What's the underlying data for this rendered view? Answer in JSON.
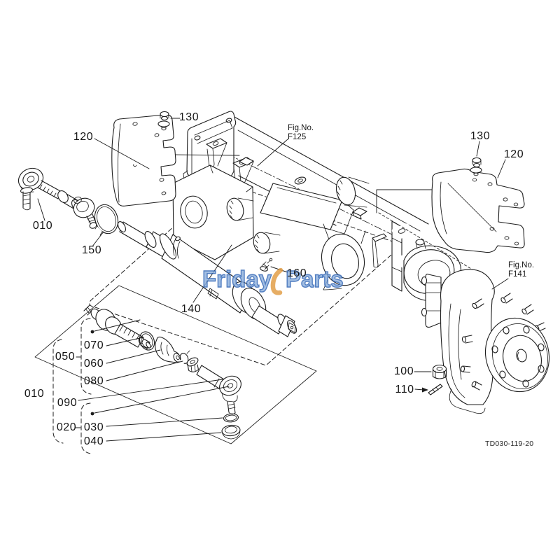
{
  "watermark": {
    "left": "Friday",
    "right": "Parts"
  },
  "drawing_number": "TD030-119-20",
  "figures": {
    "f125": {
      "caption": "Fig.No.",
      "number": "F125"
    },
    "f141": {
      "caption": "Fig.No.",
      "number": "F141"
    }
  },
  "callouts": {
    "tie_rod_top": "010",
    "snap_ring": "150",
    "shield_left": "120",
    "bolt_left": "130",
    "cylinder": "140",
    "grease_fitting": "160",
    "bolt_right": "130",
    "shield_right": "120",
    "nut": "100",
    "pin": "110",
    "o_ring_inner": "070",
    "inner_joint_kit": "050",
    "boot": "060",
    "clip": "080",
    "tie_rod_group": "010",
    "rod": "090",
    "rod_end_kit": "020",
    "o_ring_outer": "030",
    "dust_seal": "040"
  },
  "colors": {
    "line": "#1d1d1d",
    "watermark_blue": "#8fb2de",
    "watermark_blue_edge": "#2d62b4",
    "watermark_orange": "#e19c43",
    "background": "#ffffff"
  }
}
